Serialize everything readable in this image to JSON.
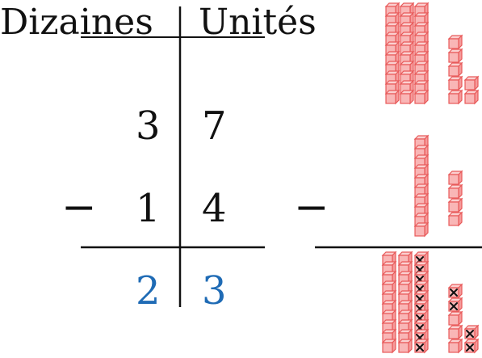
{
  "headers": {
    "tens": "Dizaines",
    "units": "Unités"
  },
  "minuend": {
    "tens": "3",
    "units": "7"
  },
  "subtrahend": {
    "tens": "1",
    "units": "4"
  },
  "operator": "−",
  "result": {
    "tens": "2",
    "units": "3"
  },
  "blocks": {
    "minuend": {
      "tens": 3,
      "units": 7
    },
    "subtrahend": {
      "tens": 1,
      "units": 4
    },
    "result": {
      "tens": 3,
      "units": 7,
      "crossed_tens": 1,
      "crossed_units": 4
    }
  },
  "colors": {
    "result_digits": "#1f6bb5",
    "block_stroke": "#e85a5a",
    "block_fill": "#f9b6b6",
    "cross": "#111111"
  }
}
